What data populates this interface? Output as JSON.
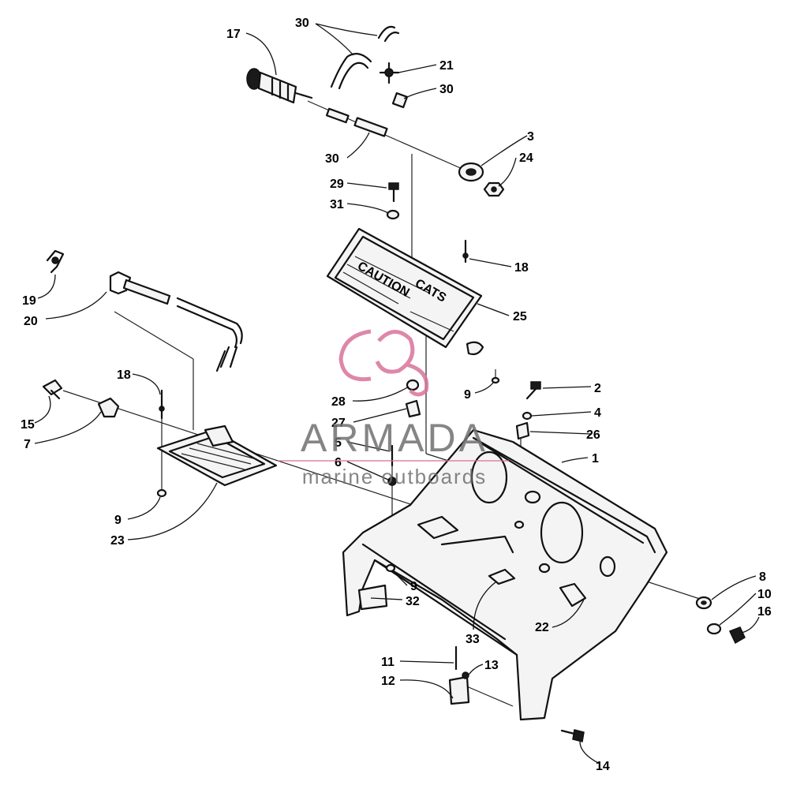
{
  "callouts": [
    {
      "id": "c17",
      "text": "17"
    },
    {
      "id": "c30a",
      "text": "30"
    },
    {
      "id": "c21",
      "text": "21"
    },
    {
      "id": "c30b",
      "text": "30"
    },
    {
      "id": "c30c",
      "text": "30"
    },
    {
      "id": "c3",
      "text": "3"
    },
    {
      "id": "c24",
      "text": "24"
    },
    {
      "id": "c29",
      "text": "29"
    },
    {
      "id": "c31",
      "text": "31"
    },
    {
      "id": "c18a",
      "text": "18"
    },
    {
      "id": "c25",
      "text": "25"
    },
    {
      "id": "c19",
      "text": "19"
    },
    {
      "id": "c20",
      "text": "20"
    },
    {
      "id": "c9a",
      "text": "9"
    },
    {
      "id": "c2",
      "text": "2"
    },
    {
      "id": "c4",
      "text": "4"
    },
    {
      "id": "c26",
      "text": "26"
    },
    {
      "id": "c1",
      "text": "1"
    },
    {
      "id": "c18b",
      "text": "18"
    },
    {
      "id": "c28",
      "text": "28"
    },
    {
      "id": "c27",
      "text": "27"
    },
    {
      "id": "c15",
      "text": "15"
    },
    {
      "id": "c7",
      "text": "7"
    },
    {
      "id": "c5",
      "text": "5"
    },
    {
      "id": "c6",
      "text": "6"
    },
    {
      "id": "c9b",
      "text": "9"
    },
    {
      "id": "c23",
      "text": "23"
    },
    {
      "id": "c9c",
      "text": "9"
    },
    {
      "id": "c32",
      "text": "32"
    },
    {
      "id": "c8",
      "text": "8"
    },
    {
      "id": "c10",
      "text": "10"
    },
    {
      "id": "c16",
      "text": "16"
    },
    {
      "id": "c22",
      "text": "22"
    },
    {
      "id": "c33",
      "text": "33"
    },
    {
      "id": "c11",
      "text": "11"
    },
    {
      "id": "c13",
      "text": "13"
    },
    {
      "id": "c12",
      "text": "12"
    },
    {
      "id": "c14",
      "text": "14"
    }
  ],
  "decal": {
    "line1": "CAUTION",
    "brand": "CATS"
  },
  "watermark": {
    "brand": "ARMADA",
    "tagline": "marine outboards",
    "accent_color": "#d9739b",
    "text_color": "#707070"
  }
}
